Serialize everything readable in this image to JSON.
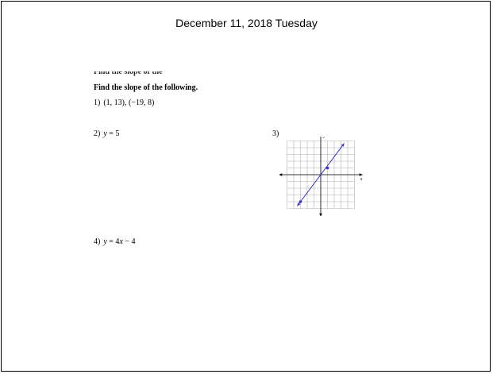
{
  "page": {
    "date_title": "December 11, 2018 Tuesday"
  },
  "worksheet": {
    "heading": "Find the slope of the following.",
    "problems": [
      {
        "number": "1)",
        "text": "(1, 13), (−19, 8)"
      },
      {
        "number": "2)",
        "variable": "y",
        "rest": " = 5"
      },
      {
        "number": "3)"
      },
      {
        "number": "4)",
        "variable": "y",
        "rest": " = 4",
        "var2": "x",
        "rest2": " − 4"
      }
    ]
  },
  "graph": {
    "x_axis_label": "x",
    "y_axis_label": "y",
    "grid_min": -5,
    "grid_max": 5,
    "line_color": "#3333cc",
    "line": {
      "from": [
        -3,
        -4
      ],
      "to": [
        3,
        4
      ]
    },
    "points": [
      [
        1,
        1
      ],
      [
        -3,
        -4
      ]
    ]
  }
}
